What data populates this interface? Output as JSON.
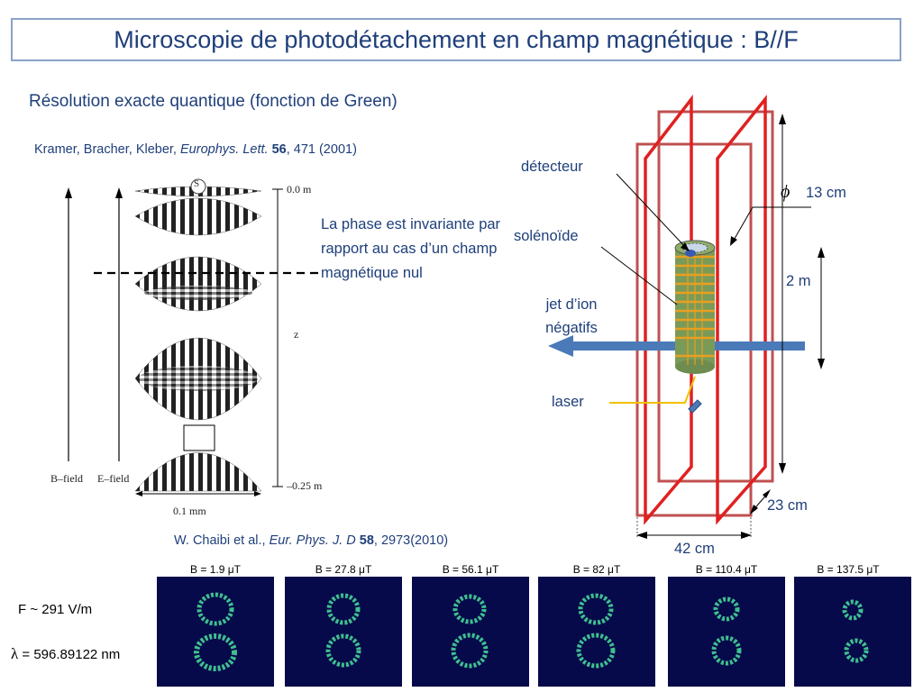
{
  "title": "Microscopie de photodétachement en champ magnétique : B//F",
  "subtitle": "Résolution exacte quantique (fonction de Green)",
  "ref1": {
    "authors": "Kramer, Bracher, Kleber, ",
    "journal": "Europhys. Lett.",
    "volume": "56",
    "rest": ", 471 (2001)"
  },
  "ref2": {
    "authors": "W. Chaibi et al., ",
    "journal": "Eur. Phys. J. D",
    "volume": "58",
    "rest": ", 2973(2010)"
  },
  "note": "La phase est invariante par rapport au cas d’un champ magnétique nul",
  "simulation": {
    "source_label": "S",
    "z_top": "0.0 m",
    "z_label": "z",
    "z_bottom": "–0.25 m",
    "width_label": "0.1 mm",
    "b_field_label": "B–field",
    "e_field_label": "E–field"
  },
  "apparatus": {
    "detector_label": "détecteur",
    "solenoid_label": "solénoïde",
    "ion_beam_label_1": "jet d’ion",
    "ion_beam_label_2": "négatifs",
    "laser_label": "laser",
    "phi_symbol": "ϕ",
    "diameter_label": "13 cm",
    "height_label": "2 m",
    "depth_label": "23 cm",
    "width_label": "42 cm",
    "colors": {
      "coil": "#e02020",
      "frame": "#c05050",
      "solenoid": "#7a9a58",
      "winding": "#e8a020",
      "beam": "#4a7ab8",
      "laser": "#f0c000"
    }
  },
  "images": {
    "labels": [
      "B = 1.9 μT",
      "B = 27.8 μT",
      "B = 56.1 μT",
      "B = 82 μT",
      "B = 110.4 μT",
      "B = 137.5 μT"
    ]
  },
  "field": "F ~ 291 V/m",
  "wavelength_symbol": "λ",
  "wavelength_value": " = 596.89122 nm"
}
